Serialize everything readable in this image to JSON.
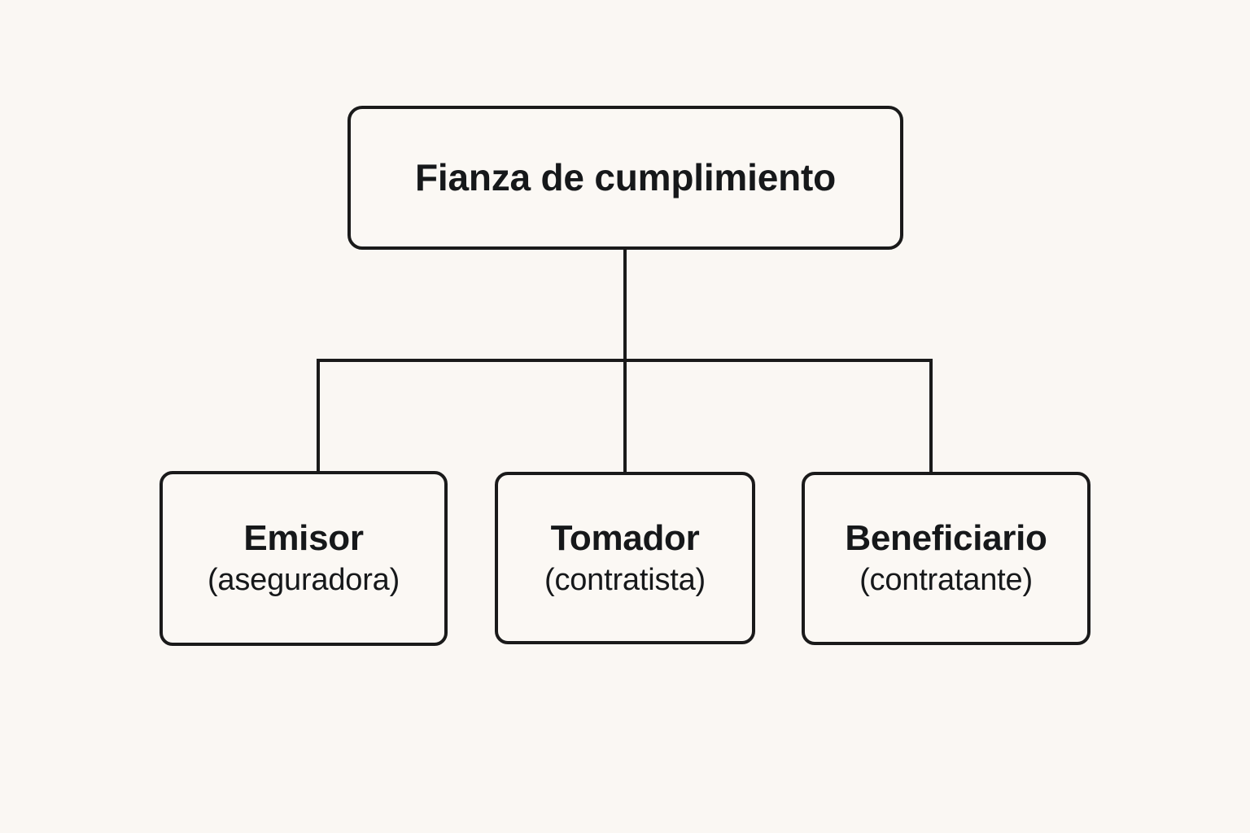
{
  "diagram": {
    "type": "org-tree",
    "orientation": "top-down",
    "background_color": "#FAF7F3",
    "line_color": "#1A1A1A",
    "text_color": "#16181A",
    "root": {
      "title": "Fianza de cumplimiento"
    },
    "children": [
      {
        "title": "Emisor",
        "subtitle": "(aseguradora)"
      },
      {
        "title": "Tomador",
        "subtitle": "(contratista)"
      },
      {
        "title": "Beneficiario",
        "subtitle": "(contratante)"
      }
    ]
  }
}
